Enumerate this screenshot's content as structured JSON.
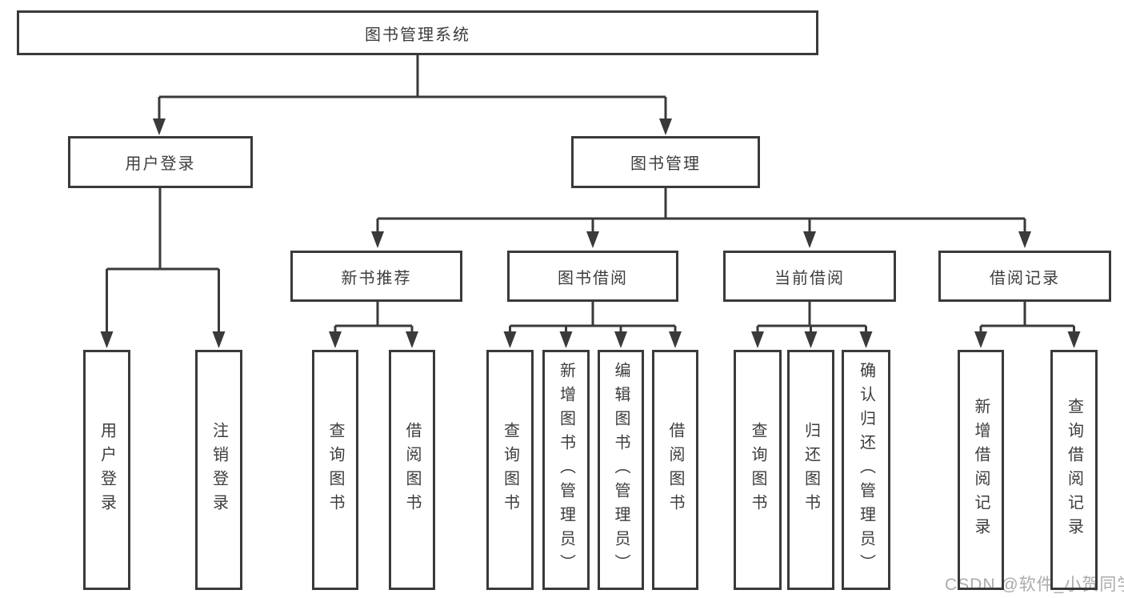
{
  "tree": {
    "label": "图书管理系统",
    "children": [
      {
        "label": "用户登录",
        "children": [
          {
            "label": "用户登录"
          },
          {
            "label": "注销登录"
          }
        ]
      },
      {
        "label": "图书管理",
        "children": [
          {
            "label": "新书推荐",
            "children": [
              {
                "label": "查询图书"
              },
              {
                "label": "借阅图书"
              }
            ]
          },
          {
            "label": "图书借阅",
            "children": [
              {
                "label": "查询图书"
              },
              {
                "label": "新增图书（管理员）"
              },
              {
                "label": "编辑图书（管理员）"
              },
              {
                "label": "借阅图书"
              }
            ]
          },
          {
            "label": "当前借阅",
            "children": [
              {
                "label": "查询图书"
              },
              {
                "label": "归还图书"
              },
              {
                "label": "确认归还（管理员）"
              }
            ]
          },
          {
            "label": "借阅记录",
            "children": [
              {
                "label": "新增借阅记录"
              },
              {
                "label": "查询借阅记录"
              }
            ]
          }
        ]
      }
    ]
  },
  "watermark": {
    "text": "CSDN @软件_小贺同学"
  },
  "colors": {
    "line": "#3a3a3a",
    "node_border": "#3a3a3a",
    "node_fill": "#ffffff",
    "text": "#3d3d3d",
    "watermark": "#ababab",
    "background": "#ffffff"
  }
}
